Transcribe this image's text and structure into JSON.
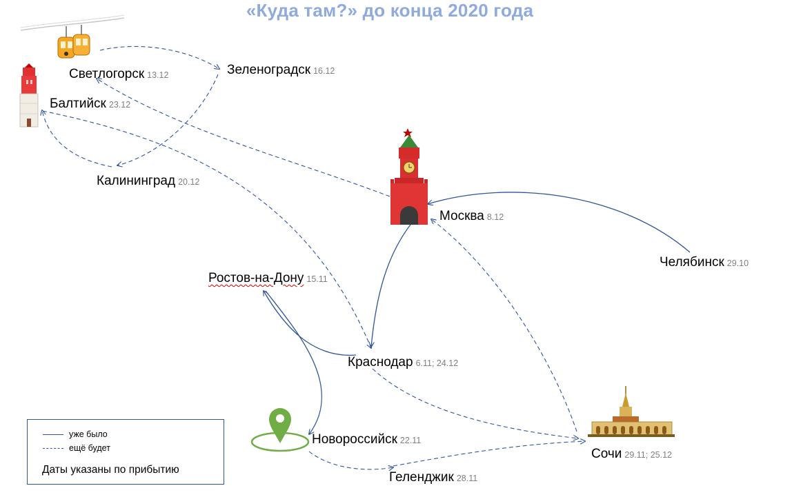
{
  "title": "«Куда там?» до конца 2020 года",
  "cities": {
    "svetlogorsk": {
      "name": "Светлогорск",
      "date": "13.12"
    },
    "zelenogradsk": {
      "name": "Зеленоградск",
      "date": "16.12"
    },
    "baltiysk": {
      "name": "Балтийск",
      "date": "23.12"
    },
    "kaliningrad": {
      "name": "Калининград",
      "date": "20.12"
    },
    "moscow": {
      "name": "Москва",
      "date": "8.12"
    },
    "chelyabinsk": {
      "name": "Челябинск",
      "date": "29.10"
    },
    "rostov": {
      "name": "Ростов-на-Дону",
      "date": "15.11"
    },
    "krasnodar": {
      "name": "Краснодар",
      "date": "6.11; 24.12"
    },
    "novorossiysk": {
      "name": "Новороссийск",
      "date": "22.11"
    },
    "sochi": {
      "name": "Сочи",
      "date": "29.11; 25.12"
    },
    "gelendzhik": {
      "name": "Геленджик",
      "date": "28.11"
    }
  },
  "legend": {
    "done_label": "уже было",
    "planned_label": "ещё будет",
    "note": "Даты указаны по прибытию"
  },
  "colors": {
    "route": "#2f5597",
    "title": "#8faadc",
    "date": "#7f7f7f",
    "pin": "#70ad47"
  },
  "icons": {
    "svetlogorsk": "cable-car-icon",
    "baltiysk": "lighthouse-icon",
    "moscow": "kremlin-tower-icon",
    "sochi": "railway-station-icon",
    "novorossiysk": "map-pin-icon"
  }
}
